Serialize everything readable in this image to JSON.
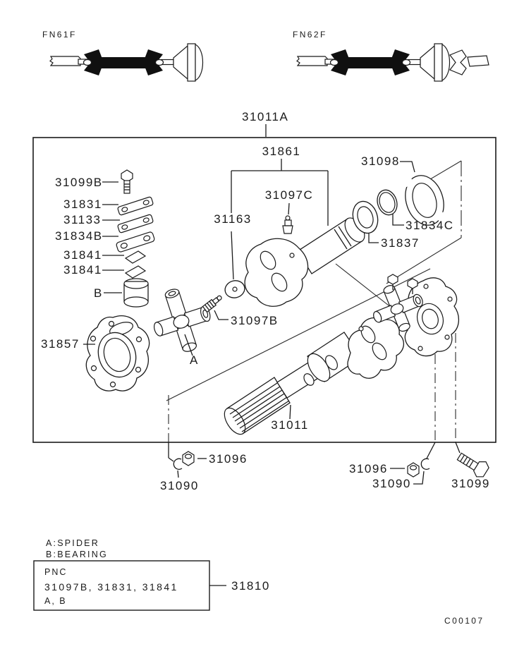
{
  "figure": {
    "assembly_label": "31011A",
    "code": "C00107"
  },
  "variants": {
    "left": "FN61F",
    "right": "FN62F"
  },
  "callouts": {
    "p31861": "31861",
    "p31097C": "31097C",
    "p31163": "31163",
    "p31098": "31098",
    "p31834C": "31834C",
    "p31837": "31837",
    "p31099B": "31099B",
    "p31831": "31831",
    "p31133": "31133",
    "p31834B": "31834B",
    "p31841_1": "31841",
    "p31841_2": "31841",
    "bearing_ref": "B",
    "p31857": "31857",
    "spider_ref": "A",
    "p31097B": "31097B",
    "p31011": "31011",
    "p31096_left": "31096",
    "p31090_left": "31090",
    "p31096_right": "31096",
    "p31090_right": "31090",
    "p31099": "31099"
  },
  "legend": {
    "spider": "A:SPIDER",
    "bearing": "B:BEARING"
  },
  "pnc_box": {
    "title": "PNC",
    "parts": "31097B, 31831, 31841",
    "refs": "A, B",
    "group_label": "31810"
  }
}
